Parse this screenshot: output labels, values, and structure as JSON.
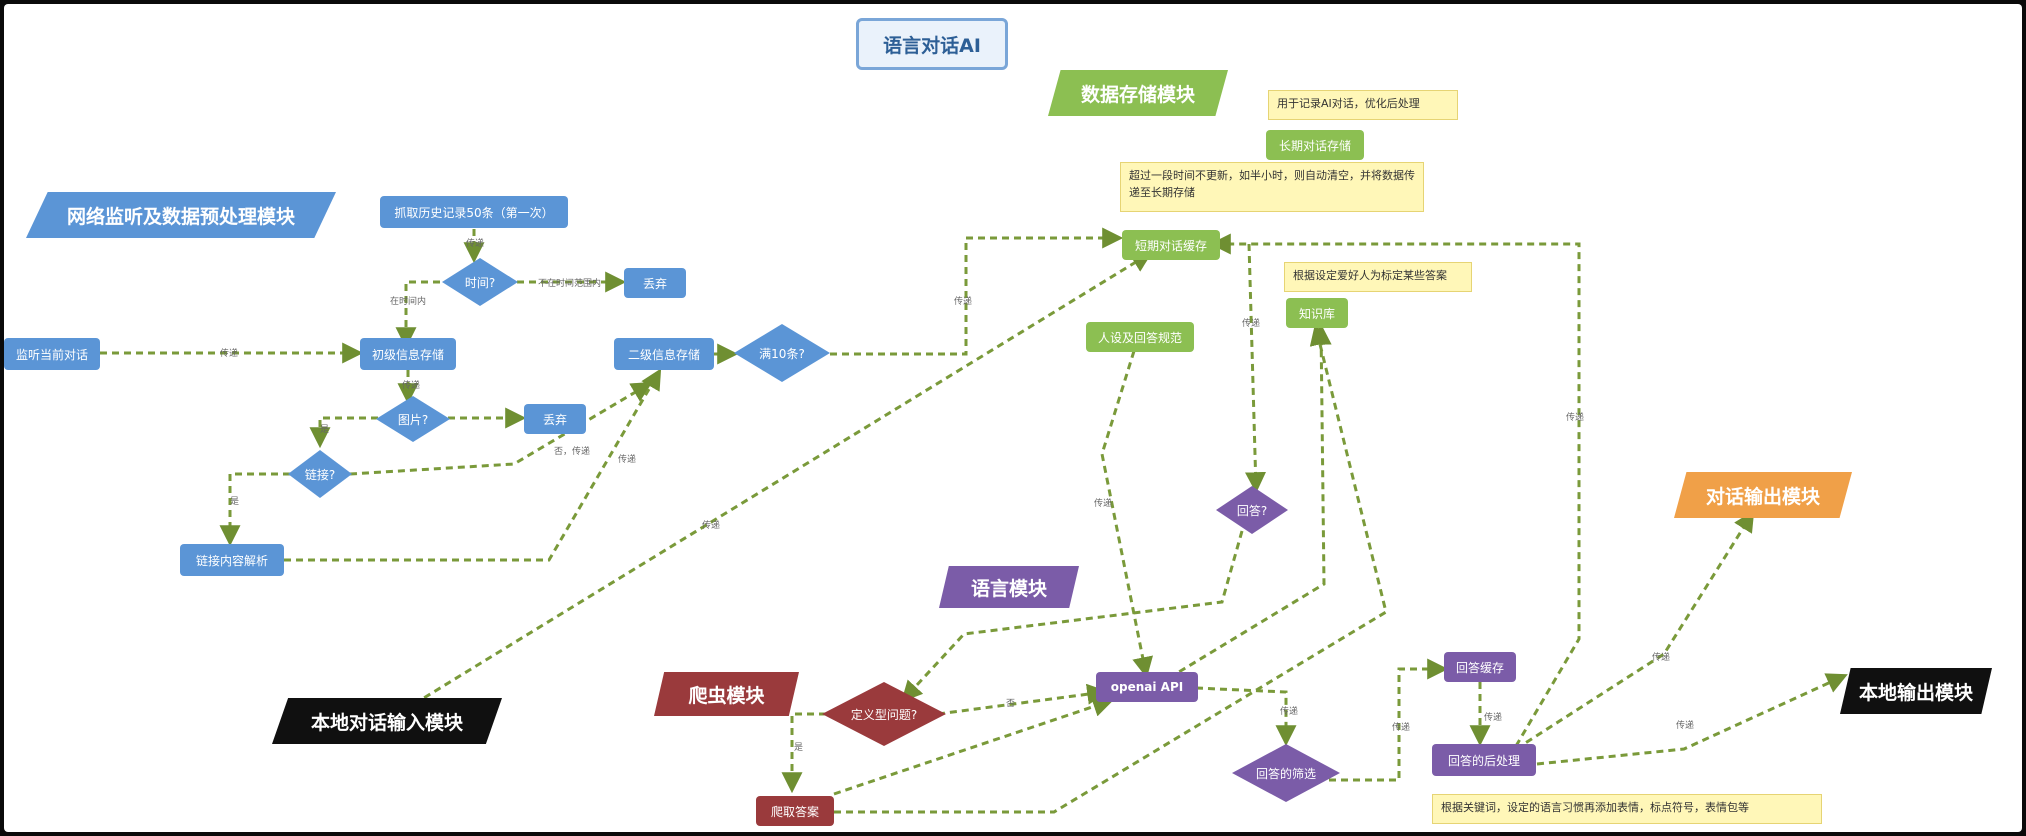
{
  "title": "语言对话AI",
  "modules": {
    "network": "网络监听及数据预处理模块",
    "storage": "数据存储模块",
    "language": "语言模块",
    "crawler": "爬虫模块",
    "local_input": "本地对话输入模块",
    "dialog_output": "对话输出模块",
    "local_output": "本地输出模块"
  },
  "nodes": {
    "fetch_history": "抓取历史记录50条（第一次）",
    "time_q": "时间?",
    "discard1": "丢弃",
    "listen": "监听当前对话",
    "primary": "初级信息存储",
    "image_q": "图片?",
    "discard2": "丢弃",
    "link_q": "链接?",
    "link_parse": "链接内容解析",
    "secondary": "二级信息存储",
    "full10": "满10条?",
    "long_store": "长期对话存储",
    "short_cache": "短期对话缓存",
    "knowledge": "知识库",
    "persona": "人设及回答规范",
    "answer_q": "回答?",
    "openai": "openai   API",
    "define_q": "定义型问题?",
    "crawl": "爬取答案",
    "filter": "回答的筛选",
    "ans_cache": "回答缓存",
    "post": "回答的后处理"
  },
  "notes": {
    "long_note": "用于记录AI对话，优化后处理",
    "short_note": "超过一段时间不更新，如半小时，则自动清空，并将数据传递至长期存储",
    "kb_note": "根据设定爱好人为标定某些答案",
    "post_note": "根据关键词，设定的语言习惯再添加表情，标点符号，表情包等"
  },
  "edge_labels": {
    "pass": "传递",
    "in_range": "在时间内",
    "out_range": "不在时间范围内",
    "yes": "是",
    "no": "否",
    "no_pass": "否，传递"
  },
  "colors": {
    "blue": "#5b95d6",
    "green": "#8cbf52",
    "purple": "#7b5ca8",
    "red": "#9a3a3c",
    "orange": "#f0a048",
    "note": "#fff7b8",
    "edge": "#7a9a3a"
  }
}
